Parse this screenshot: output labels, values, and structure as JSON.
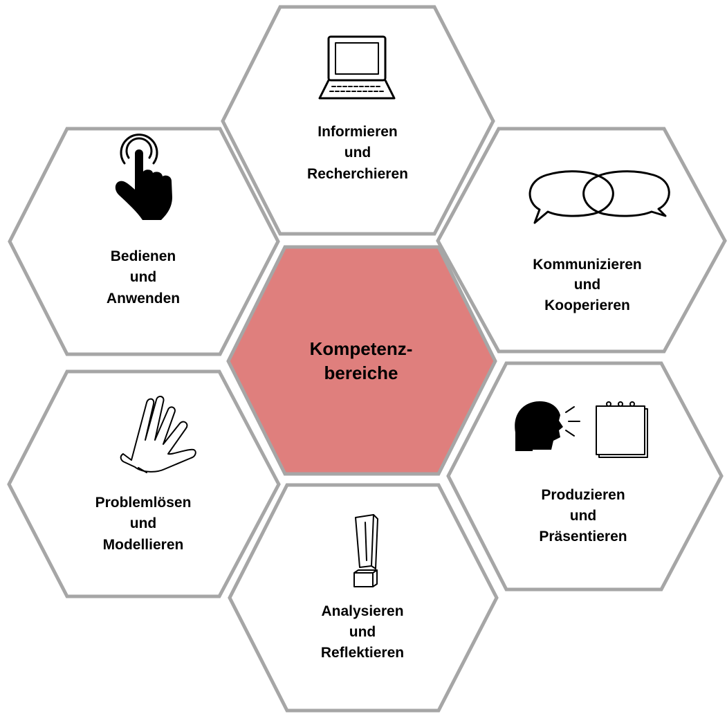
{
  "center": {
    "line1": "Kompetenz-",
    "line2": "bereiche"
  },
  "hexes": {
    "informieren": {
      "l1": "Informieren",
      "l2": "und",
      "l3": "Recherchieren",
      "icon": "laptop-icon"
    },
    "bedienen": {
      "l1": "Bedienen",
      "l2": "und",
      "l3": "Anwenden",
      "icon": "pointing-hand-icon"
    },
    "kommunizieren": {
      "l1": "Kommunizieren",
      "l2": "und",
      "l3": "Kooperieren",
      "icon": "speech-bubbles-icon"
    },
    "problemloesen": {
      "l1": "Problemlösen",
      "l2": "und",
      "l3": "Modellieren",
      "icon": "open-hand-icon"
    },
    "produzieren": {
      "l1": "Produzieren",
      "l2": "und",
      "l3": "Präsentieren",
      "icon": "speaker-notepad-icon"
    },
    "analysieren": {
      "l1": "Analysieren",
      "l2": "und",
      "l3": "Reflektieren",
      "icon": "exclamation-icon"
    }
  },
  "colors": {
    "center_fill": "#df7f7d",
    "hex_stroke": "#a6a6a6"
  }
}
